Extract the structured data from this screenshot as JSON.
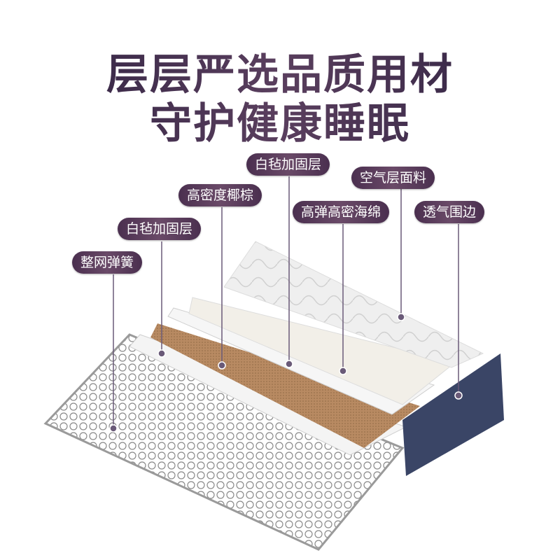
{
  "headline": {
    "line1": "层层严选品质用材",
    "line2": "守护健康睡眠"
  },
  "labels": [
    {
      "id": "spring",
      "text": "整网弹簧"
    },
    {
      "id": "felt-lower",
      "text": "白毡加固层"
    },
    {
      "id": "coir",
      "text": "高密度椰棕"
    },
    {
      "id": "felt-upper",
      "text": "白毡加固层"
    },
    {
      "id": "foam",
      "text": "高弹高密海绵"
    },
    {
      "id": "fabric",
      "text": "空气层面料"
    },
    {
      "id": "edge",
      "text": "透气围边"
    }
  ],
  "colors": {
    "label_bg": "#5a3d5c",
    "coir": "#b88a62",
    "edge": "#3a4566",
    "spring": "#9a9a9a"
  }
}
